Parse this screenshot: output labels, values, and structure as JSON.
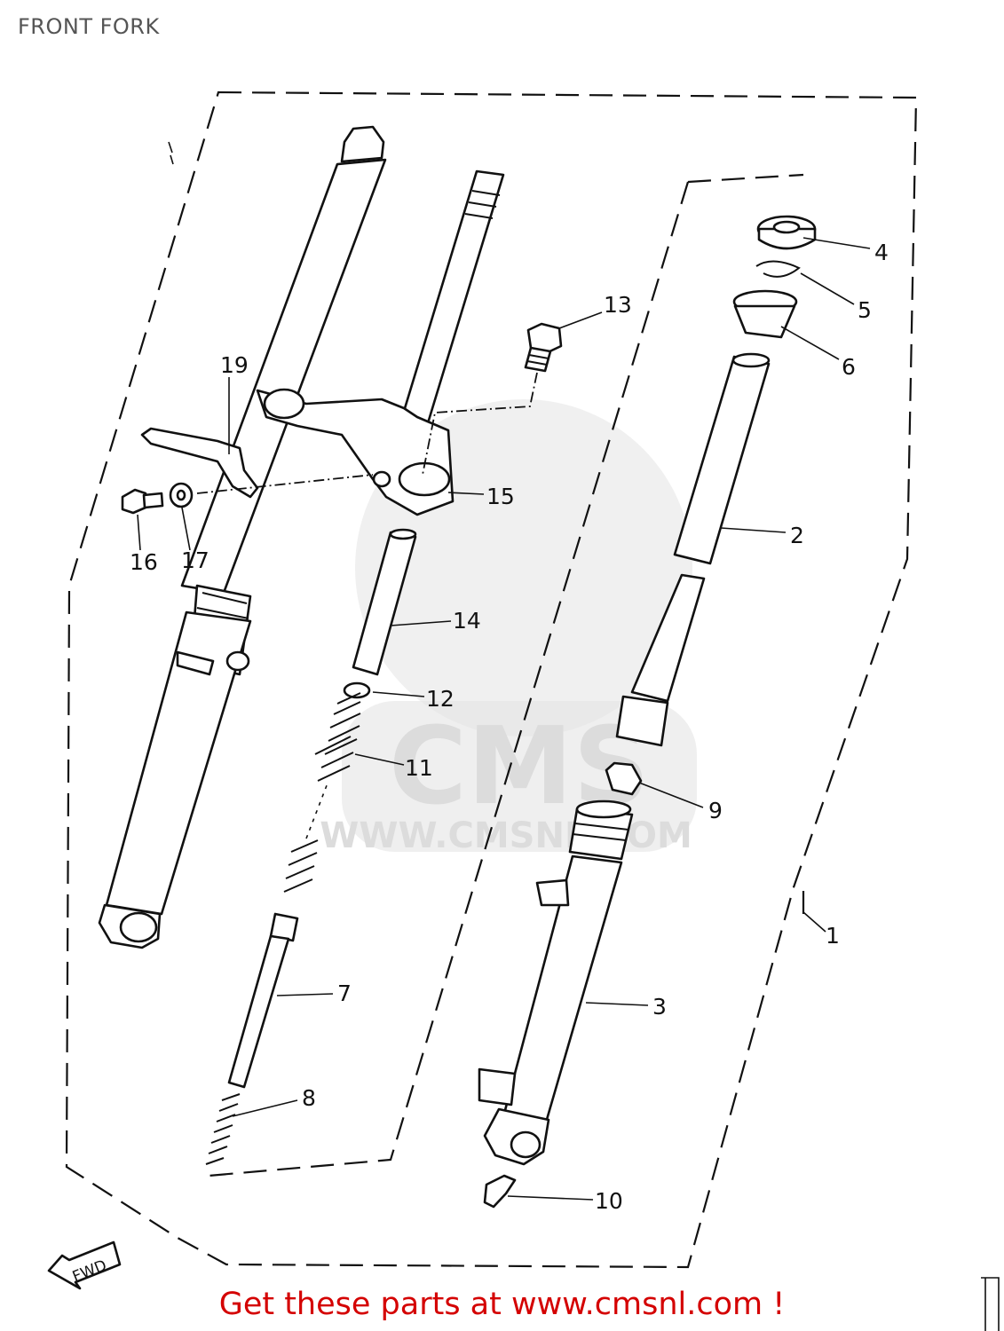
{
  "page": {
    "title": "FRONT FORK"
  },
  "diagram": {
    "callouts": {
      "c1": "1",
      "c2": "2",
      "c3": "3",
      "c4": "4",
      "c5": "5",
      "c6": "6",
      "c7": "7",
      "c8": "8",
      "c9": "9",
      "c10": "10",
      "c11": "11",
      "c12": "12",
      "c13": "13",
      "c14": "14",
      "c15": "15",
      "c16": "16",
      "c17": "17",
      "c19": "19"
    },
    "fwd_label": "FWD",
    "watermark_logo": "CMS",
    "watermark_url": "WWW.CMSNL.COM"
  },
  "footer": {
    "text": "Get these parts at www.cmsnl.com !"
  }
}
